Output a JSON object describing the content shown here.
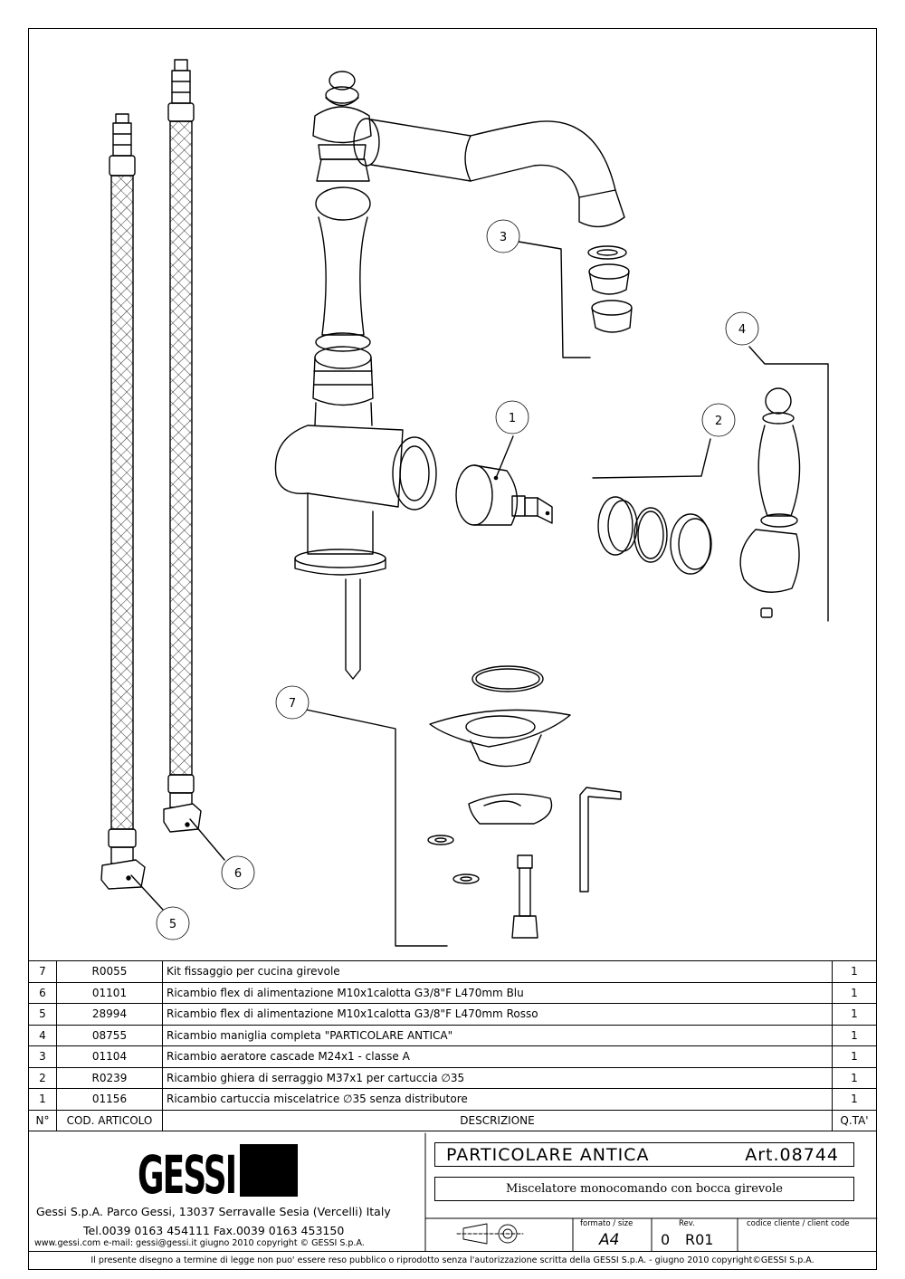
{
  "callouts": [
    "1",
    "2",
    "3",
    "4",
    "5",
    "6",
    "7"
  ],
  "parts_header": {
    "n": "N°",
    "code": "COD. ARTICOLO",
    "desc": "DESCRIZIONE",
    "qty": "Q.TA'"
  },
  "parts": [
    {
      "n": "7",
      "code": "R0055",
      "desc": "Kit  fissaggio  per  cucina  girevole",
      "qty": "1"
    },
    {
      "n": "6",
      "code": "01101",
      "desc": "Ricambio  flex  di  alimentazione  M10x1calotta  G3/8\"F  L470mm  Blu",
      "qty": "1"
    },
    {
      "n": "5",
      "code": "28994",
      "desc": "Ricambio  flex  di  alimentazione  M10x1calotta  G3/8\"F  L470mm  Rosso",
      "qty": "1"
    },
    {
      "n": "4",
      "code": "08755",
      "desc": "Ricambio  maniglia  completa  \"PARTICOLARE  ANTICA\"",
      "qty": "1"
    },
    {
      "n": "3",
      "code": "01104",
      "desc": "Ricambio  aeratore  cascade  M24x1  -  classe  A",
      "qty": "1"
    },
    {
      "n": "2",
      "code": "R0239",
      "desc": "Ricambio  ghiera  di  serraggio  M37x1  per  cartuccia  ∅35",
      "qty": "1"
    },
    {
      "n": "1",
      "code": "01156",
      "desc": "Ricambio  cartuccia  miscelatrice  ∅35  senza  distributore",
      "qty": "1"
    }
  ],
  "logo_text": "GESSI",
  "product_name": "PARTICOLARE  ANTICA",
  "article": "Art.08744",
  "subtitle": "Miscelatore monocomando con bocca girevole",
  "company_address": "Gessi S.p.A. Parco Gessi, 13037 Serravalle Sesia (Vercelli) Italy",
  "company_phone": "Tel.0039  0163  454111  Fax.0039  0163  453150",
  "company_web": "www.gessi.com  e-mail: gessi@gessi.it     giugno  2010     copyright © GESSI  S.p.A.",
  "format_label": "formato  /  size",
  "format_value": "A4",
  "rev_label": "Rev.",
  "rev_zero": "0",
  "rev_value": "R01",
  "client_label": "codice  cliente  /  client  code",
  "footer": "Il  presente  disegno  a  termine  di  legge  non  puo'  essere  reso  pubblico  o  riprodotto  senza  l'autorizzazione  scritta  della  GESSI  S.p.A.  -  giugno  2010    copyright©GESSI  S.p.A."
}
